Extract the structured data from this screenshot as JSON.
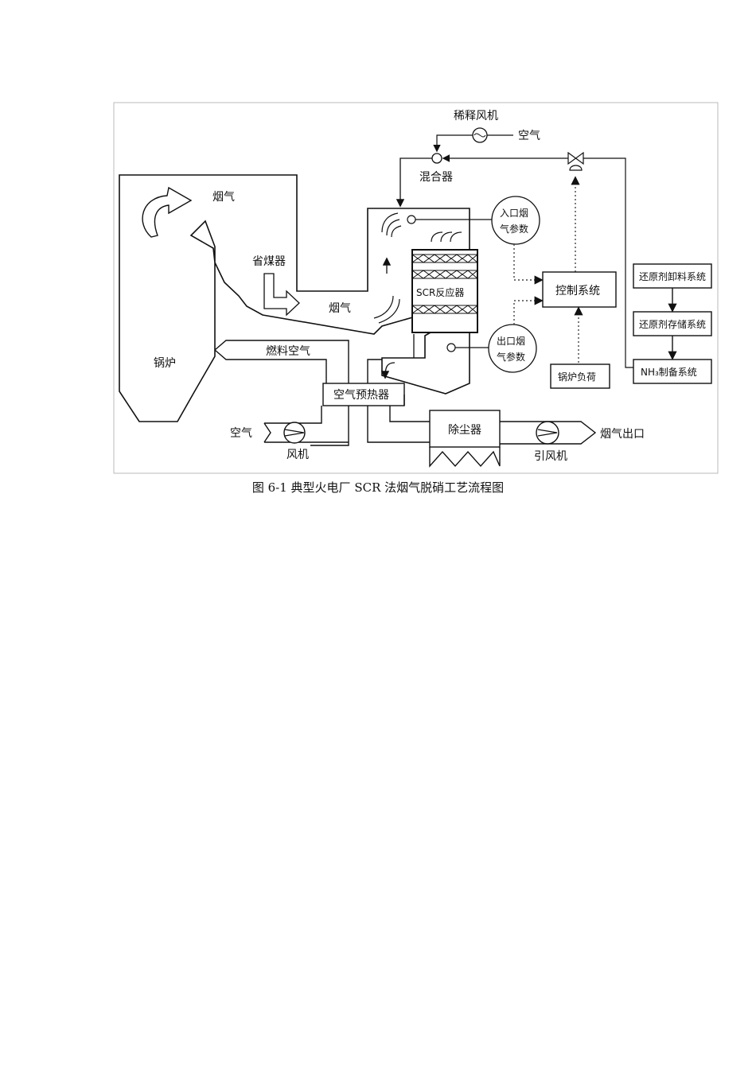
{
  "diagram": {
    "labels": {
      "dilution_fan": "稀释风机",
      "air_top": "空气",
      "mixer": "混合器",
      "flue_gas_top": "烟气",
      "economizer": "省煤器",
      "flue_gas_mid": "烟气",
      "scr_reactor": "SCR反应器",
      "inlet_params_1": "入口烟",
      "inlet_params_2": "气参数",
      "outlet_params_1": "出口烟",
      "outlet_params_2": "气参数",
      "control_system": "控制系统",
      "boiler_load": "锅炉负荷",
      "reductant_unload": "还原剂卸料系统",
      "reductant_storage": "还原剂存储系统",
      "nh3_prep": "NH₃制备系统",
      "boiler": "锅炉",
      "fuel_air": "燃料空气",
      "air_preheater": "空气预热器",
      "air_left": "空气",
      "fan": "风机",
      "dust_collector": "除尘器",
      "id_fan": "引风机",
      "flue_gas_outlet": "烟气出口"
    }
  },
  "caption": "图 6-1  典型火电厂 SCR 法烟气脱硝工艺流程图"
}
